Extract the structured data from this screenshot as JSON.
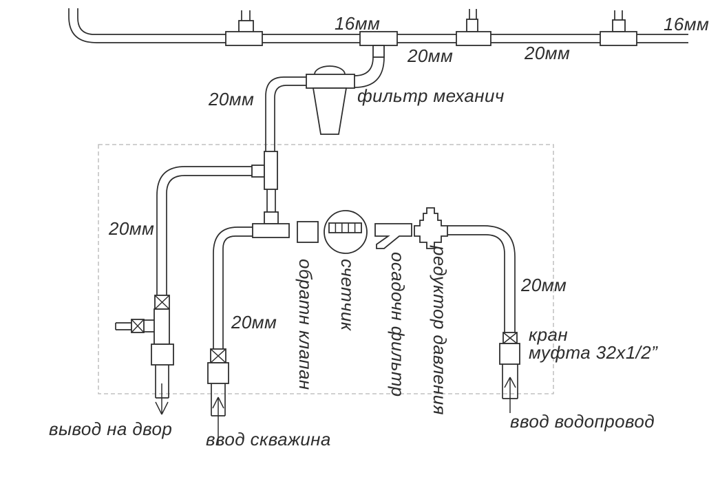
{
  "diagram": {
    "pipe_sizes": {
      "main_left": "16мм",
      "seg_after_filter_tee": "20мм",
      "seg_mid": "20мм",
      "main_right": "16мм",
      "filter_riser": "20мм",
      "yard_branch": "20мм",
      "well_branch": "20мм",
      "supply_branch": "20мм"
    },
    "components": {
      "mechanical_filter": "фильтр механич",
      "check_valve": "обратн клапан",
      "meter": "счетчик",
      "sediment_filter": "осадочн фильтр",
      "pressure_reducer": "редуктор давления",
      "tap_line1": "кран",
      "tap_line2": "муфта 32x1/2”"
    },
    "io": {
      "yard_outlet": "вывод на двор",
      "well_inlet": "ввод скважина",
      "mains_inlet": "ввод водопровод"
    },
    "colors": {
      "line": "#2d2d2d",
      "dashed_border": "#b5b5b5",
      "background": "#ffffff"
    }
  }
}
